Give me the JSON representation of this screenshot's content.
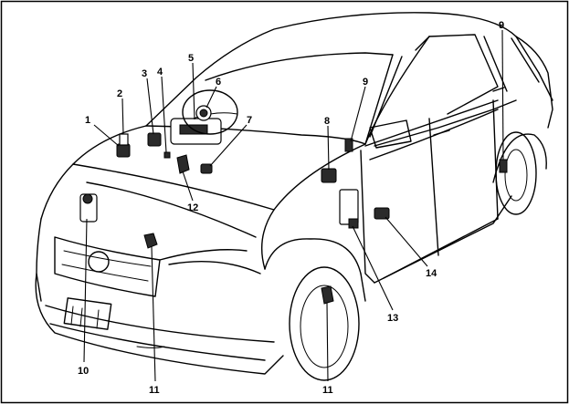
{
  "figure": {
    "callouts": [
      {
        "id": "1",
        "label": "1"
      },
      {
        "id": "2",
        "label": "2"
      },
      {
        "id": "3",
        "label": "3"
      },
      {
        "id": "4",
        "label": "4"
      },
      {
        "id": "5",
        "label": "5"
      },
      {
        "id": "6",
        "label": "6"
      },
      {
        "id": "7",
        "label": "7"
      },
      {
        "id": "8",
        "label": "8"
      },
      {
        "id": "9a",
        "label": "9"
      },
      {
        "id": "9b",
        "label": "9"
      },
      {
        "id": "10",
        "label": "10"
      },
      {
        "id": "11a",
        "label": "11"
      },
      {
        "id": "11b",
        "label": "11"
      },
      {
        "id": "12",
        "label": "12"
      },
      {
        "id": "13",
        "label": "13"
      },
      {
        "id": "14",
        "label": "14"
      }
    ]
  }
}
